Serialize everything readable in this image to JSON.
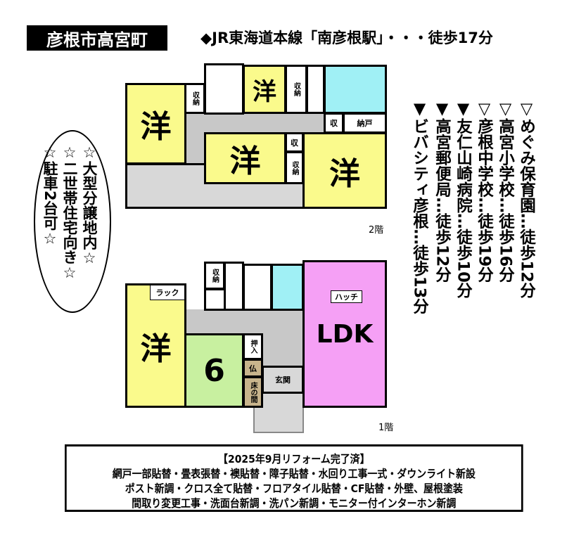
{
  "header": {
    "title": "彦根市高宮町",
    "access": "◆JR東海道本線「南彦根駅」・・・徒歩17分"
  },
  "features": [
    "☆大型分譲地内☆",
    "☆二世帯住宅向き☆",
    "☆駐車2台可☆"
  ],
  "nearby": [
    "▽めぐみ保育園…徒歩12分",
    "▽高宮小学校…徒歩16分",
    "▽彦根中学校…徒歩19分",
    "▼友仁山崎病院…徒歩10分",
    "▼高宮郵便局…徒歩12分",
    "▼ビバシティ彦根…徒歩13分"
  ],
  "floor2": {
    "label": "2階",
    "rooms": {
      "west1": "洋",
      "west2": "洋",
      "west3": "洋",
      "west4": "洋",
      "storage1": "収納",
      "storage2": "収納",
      "storage3": "収納",
      "shu1": "収",
      "shu2": "収",
      "nando": "納戸"
    }
  },
  "floor1": {
    "label": "1階",
    "rooms": {
      "west": "洋",
      "washitsu": "6",
      "ldk": "LDK",
      "rack": "ラック",
      "storage": "収納",
      "oshiire": "押入",
      "butsu": "仏",
      "tokonoma": "床の間",
      "genkan": "玄関",
      "hatch": "ハッチ"
    }
  },
  "notes": [
    "【2025年9月リフォーム完了済】",
    "網戸一部貼替・畳表張替・襖貼替・障子貼替・水回り工事一式・ダウンライト新設",
    "ポスト新調・クロス全て貼替・フロアタイル貼替・CF貼替・外壁、屋根塗装",
    "間取り変更工事・洗面台新調・洗パン新調・モニター付インターホン新調"
  ]
}
